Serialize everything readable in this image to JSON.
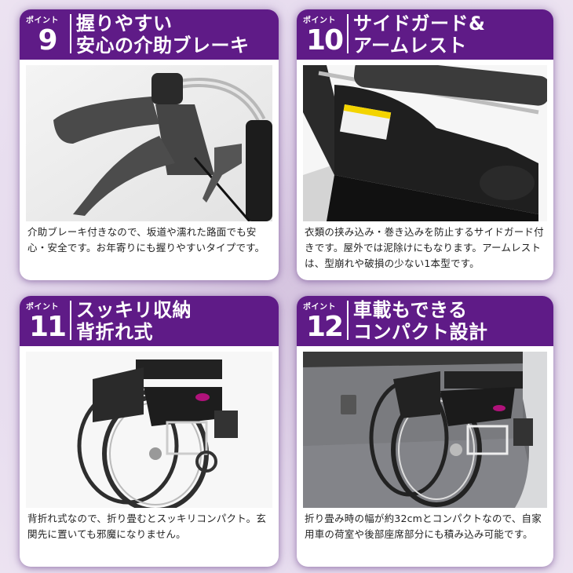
{
  "cards": [
    {
      "point_label": "ポイント",
      "number": "9",
      "title": "握りやすい\n安心の介助ブレーキ",
      "image_alt": "wheelchair brake lever photo",
      "description": "介助ブレーキ付きなので、坂道や濡れた路面でも安心・安全です。お年寄りにも握りやすいタイプです。"
    },
    {
      "point_label": "ポイント",
      "number": "10",
      "title": "サイドガード&\nアームレスト",
      "image_alt": "side guard and armrest photo",
      "description": "衣類の挟み込み・巻き込みを防止するサイドガード付きです。屋外では泥除けにもなります。アームレストは、型崩れや破損の少ない1本型です。"
    },
    {
      "point_label": "ポイント",
      "number": "11",
      "title": "スッキリ収納\n背折れ式",
      "image_alt": "folded wheelchair photo",
      "description": "背折れ式なので、折り畳むとスッキリコンパクト。玄関先に置いても邪魔になりません。"
    },
    {
      "point_label": "ポイント",
      "number": "12",
      "title": "車載もできる\nコンパクト設計",
      "image_alt": "wheelchair in car trunk photo",
      "description": "折り畳み時の幅が約32cmとコンパクトなので、自家用車の荷室や後部座席部分にも積み込み可能です。"
    }
  ],
  "colors": {
    "header_purple": "#5f1b87",
    "background_lavender": "#e3d6ea",
    "card_white": "#ffffff"
  }
}
